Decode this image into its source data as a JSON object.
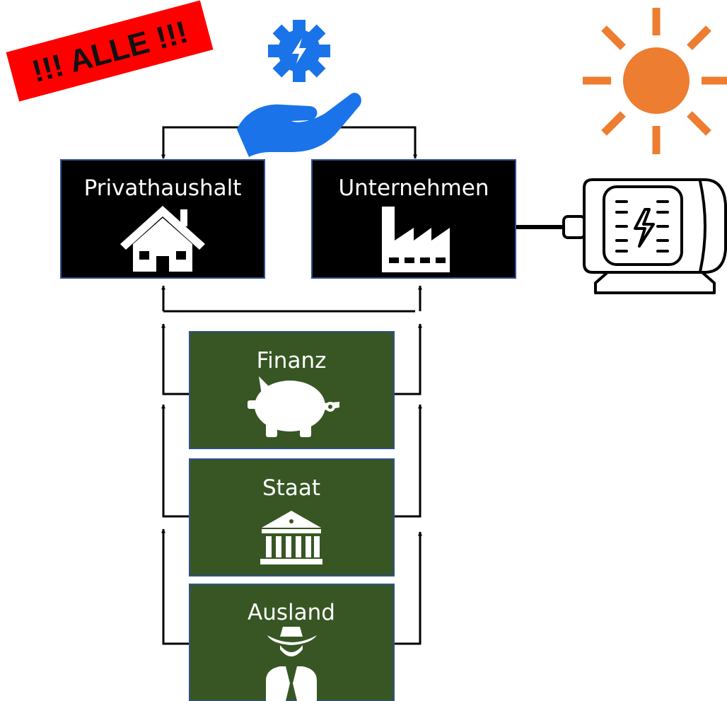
{
  "stamp": {
    "text": "!!! ALLE !!!",
    "color": "#ff0000"
  },
  "boxes": {
    "privathaushalt": {
      "label": "Privathaushalt",
      "icon": "house-icon",
      "color": "#000000"
    },
    "unternehmen": {
      "label": "Unternehmen",
      "icon": "factory-icon",
      "color": "#000000"
    },
    "finanz": {
      "label": "Finanz",
      "icon": "piggy-bank-icon",
      "color": "#375623"
    },
    "staat": {
      "label": "Staat",
      "icon": "government-building-icon",
      "color": "#375623"
    },
    "ausland": {
      "label": "Ausland",
      "icon": "cowboy-icon",
      "color": "#375623"
    }
  },
  "icons": {
    "energy_hand": {
      "name": "hand-energy-gear-icon",
      "color": "#1a73e8"
    },
    "sun": {
      "name": "sun-icon",
      "color": "#ed7d31"
    },
    "motor": {
      "name": "electric-motor-icon",
      "color": "#000000"
    }
  },
  "arrows_color": "#000000"
}
